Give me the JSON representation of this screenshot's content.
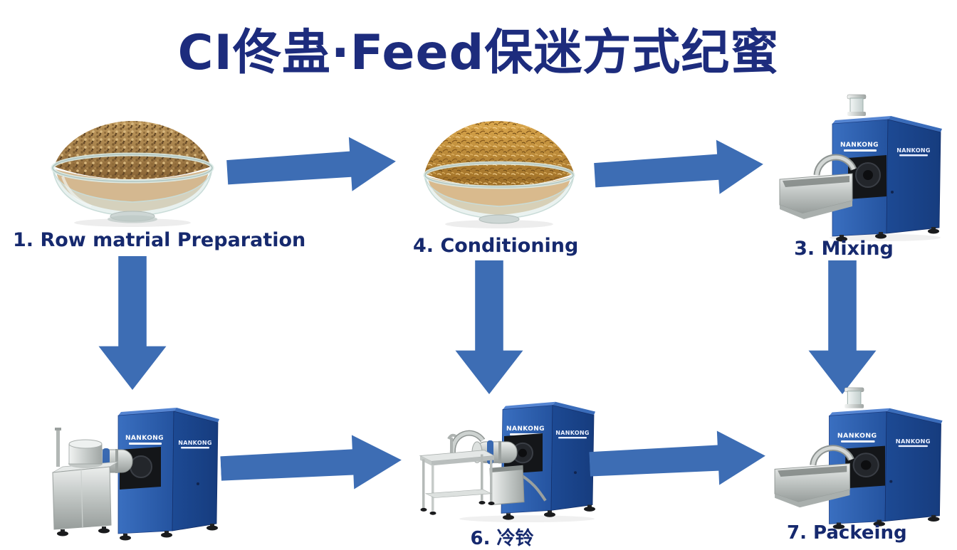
{
  "title": "CI佟蛊·Feed保迷方式纪蜜",
  "stages": {
    "prep": {
      "label": "1. Row matrial Preparation"
    },
    "conditioning": {
      "label": "4. Conditioning"
    },
    "mixing": {
      "label": "3. Mixing"
    },
    "cooling": {
      "label": "6. 冷铃"
    },
    "packing": {
      "label": "7. Packeing"
    }
  },
  "machine_brand": "NANKONG",
  "colors": {
    "title_navy": "#1d2c7d",
    "label_navy": "#16296e",
    "arrow_blue": "#3d6db4",
    "machine_blue_front": "#2d60b2",
    "machine_blue_side": "#1d4a94",
    "steel_gray": "#c3c8c6",
    "granules_brown": "#a9804a",
    "fibers_golden": "#c9953d",
    "background": "#ffffff"
  }
}
